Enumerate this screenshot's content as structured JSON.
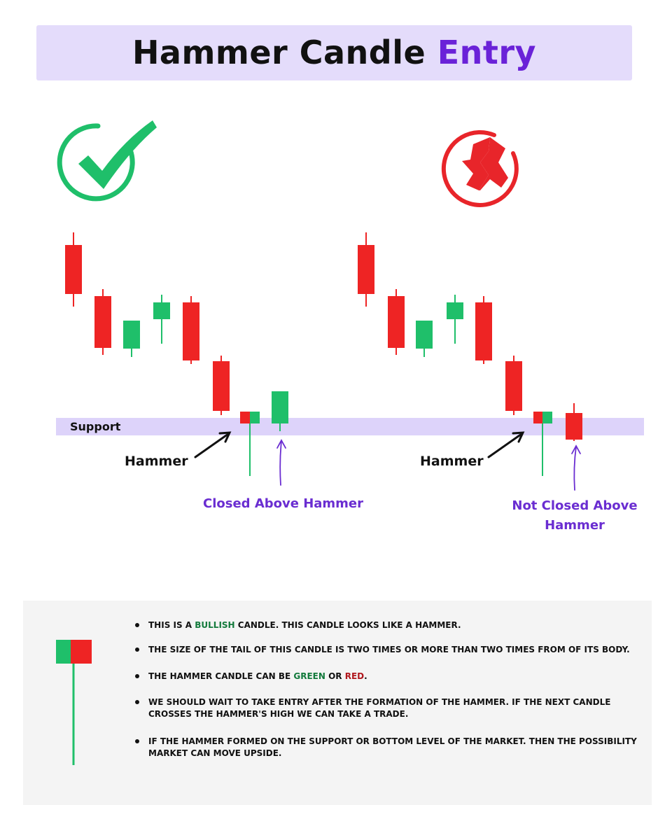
{
  "title": {
    "main": "Hammer Candle",
    "accent": "Entry"
  },
  "icons": {
    "left": "checkmark-circle-icon",
    "right": "cross-circle-icon"
  },
  "colors": {
    "bullish": "#1fbf6a",
    "bearish": "#ee2424",
    "support_band": "#ddd3fa",
    "accent": "#6a22d8",
    "check": "#1fbf6a",
    "cross": "#e8252a"
  },
  "labels": {
    "support": "Support",
    "hammer_left": "Hammer",
    "hammer_right": "Hammer",
    "closed_above": "Closed Above Hammer",
    "not_closed_line1": "Not Closed Above",
    "not_closed_line2": "Hammer"
  },
  "bullets": [
    {
      "parts": [
        {
          "t": "THIS IS A "
        },
        {
          "t": "BULLISH",
          "c": "green"
        },
        {
          "t": " CANDLE. THIS CANDLE LOOKS LIKE A HAMMER."
        }
      ]
    },
    {
      "parts": [
        {
          "t": "THE SIZE OF THE TAIL OF THIS CANDLE IS TWO TIMES OR MORE THAN TWO TIMES FROM OF ITS BODY."
        }
      ]
    },
    {
      "parts": [
        {
          "t": "THE HAMMER CANDLE CAN BE "
        },
        {
          "t": "GREEN",
          "c": "green"
        },
        {
          "t": " OR "
        },
        {
          "t": "RED",
          "c": "red"
        },
        {
          "t": "."
        }
      ]
    },
    {
      "parts": [
        {
          "t": "WE SHOULD WAIT TO TAKE ENTRY AFTER THE FORMATION OF THE HAMMER. IF THE NEXT CANDLE CROSSES THE HAMMER'S HIGH WE CAN TAKE A TRADE."
        }
      ]
    },
    {
      "parts": [
        {
          "t": "IF THE HAMMER FORMED ON THE SUPPORT OR BOTTOM LEVEL OF THE MARKET.  THEN THE POSSIBILITY MARKET CAN MOVE UPSIDE."
        }
      ]
    }
  ]
}
